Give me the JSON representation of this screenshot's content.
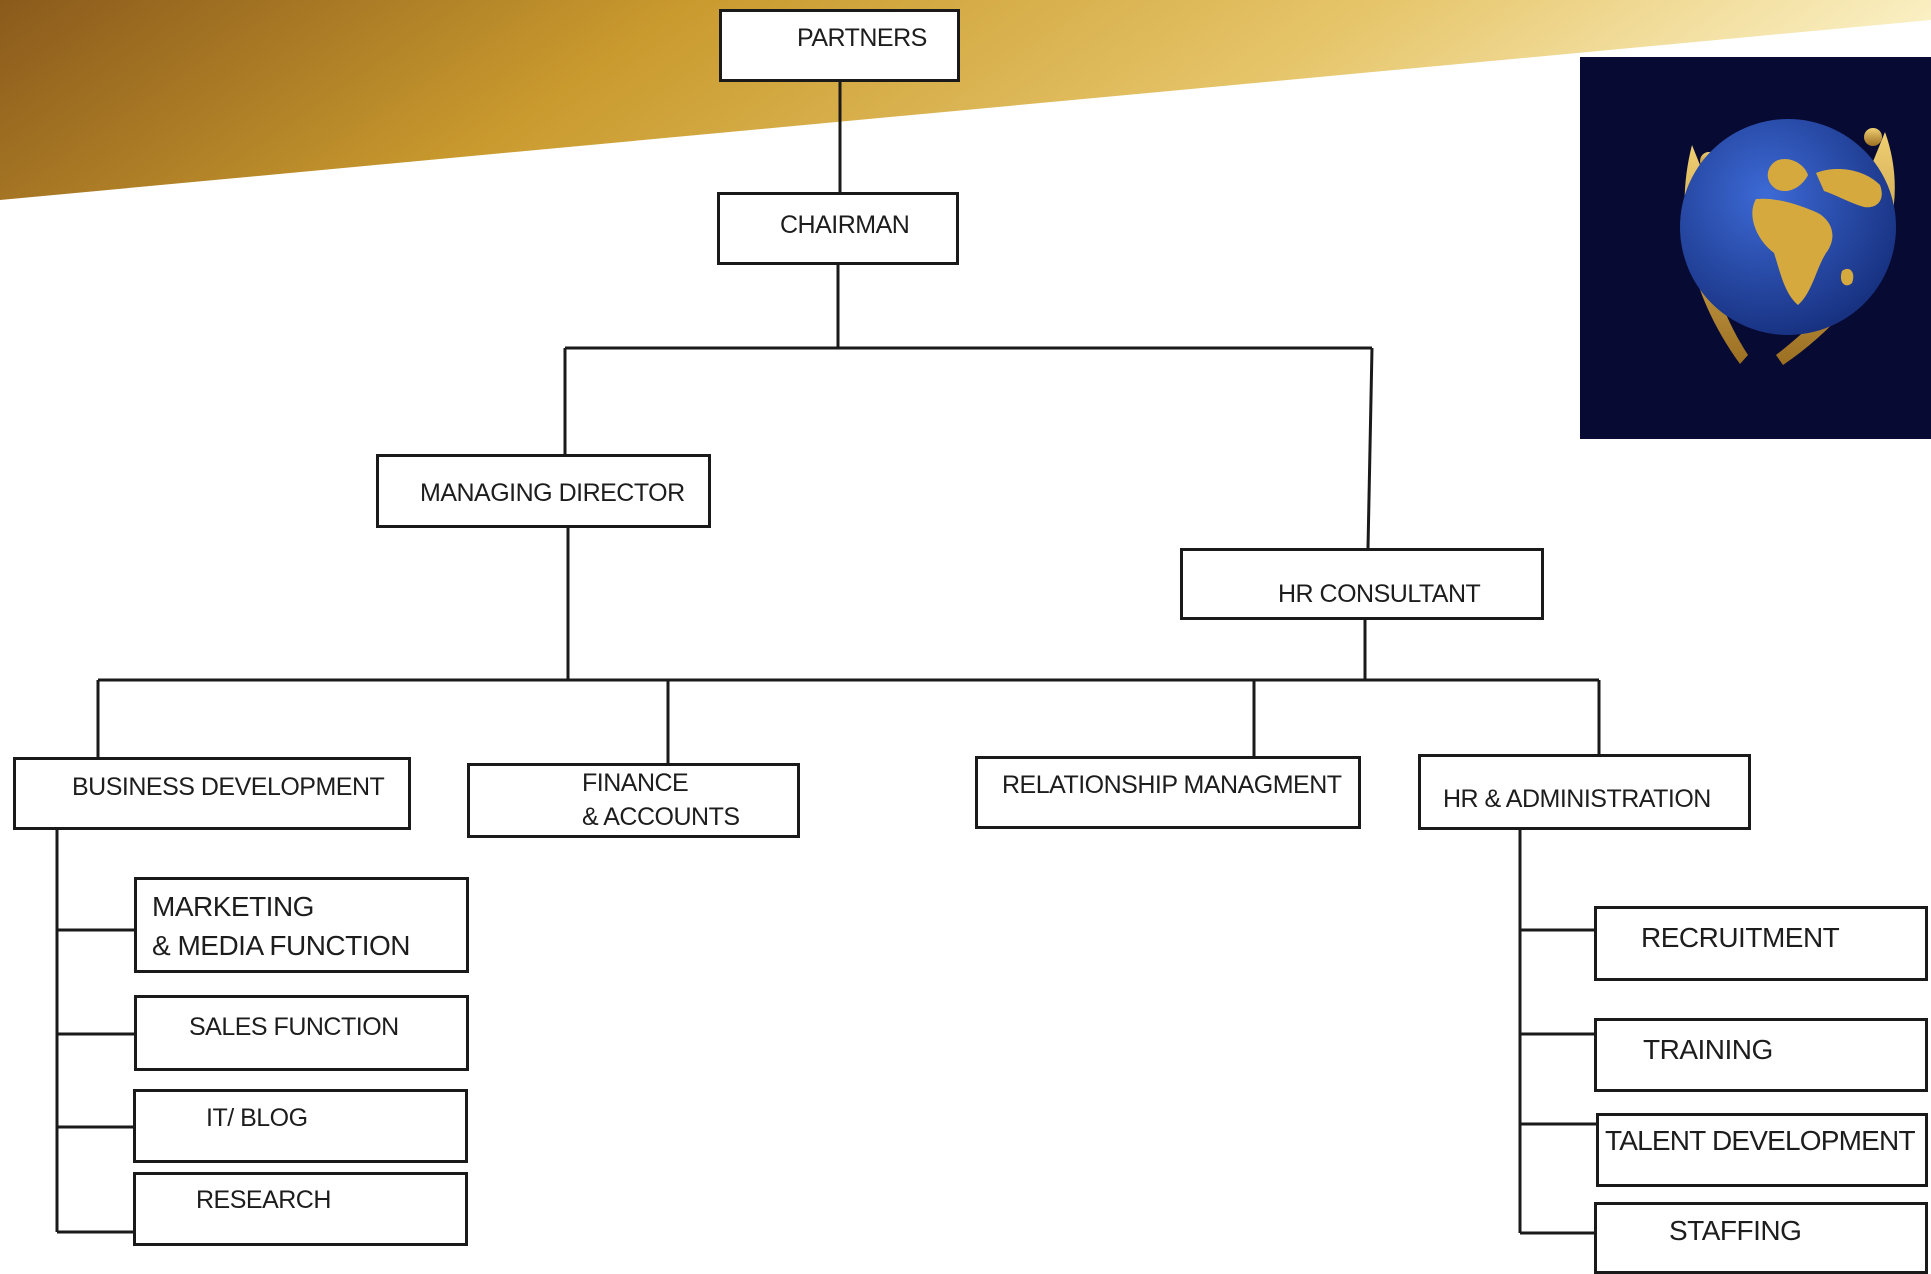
{
  "org_chart": {
    "partners": "PARTNERS",
    "chairman": "CHAIRMAN",
    "managing_director": "MANAGING DIRECTOR",
    "hr_consultant": "HR CONSULTANT",
    "business_development": "BUSINESS DEVELOPMENT",
    "finance_accounts": [
      "FINANCE",
      "& ACCOUNTS"
    ],
    "relationship_management": "RELATIONSHIP MANAGMENT",
    "hr_administration": "HR & ADMINISTRATION",
    "business_development_units": {
      "marketing_media": [
        "MARKETING",
        "& MEDIA FUNCTION"
      ],
      "sales": "SALES FUNCTION",
      "it_blog": "IT/ BLOG",
      "research": "RESEARCH"
    },
    "hr_administration_units": {
      "recruitment": "RECRUITMENT",
      "training": "TRAINING",
      "talent_development": "TALENT DEVELOPMENT",
      "staffing": "STAFFING"
    }
  },
  "colors": {
    "gold_dark": "#8a5a1c",
    "gold_mid": "#c99a2e",
    "gold_light": "#f2dd8e",
    "logo_background": "#070a33",
    "globe_blue": "#1f4aa8",
    "continent_gold": "#d6a93f"
  },
  "logo": {
    "icon": "globe-with-raised-arms-icon"
  }
}
